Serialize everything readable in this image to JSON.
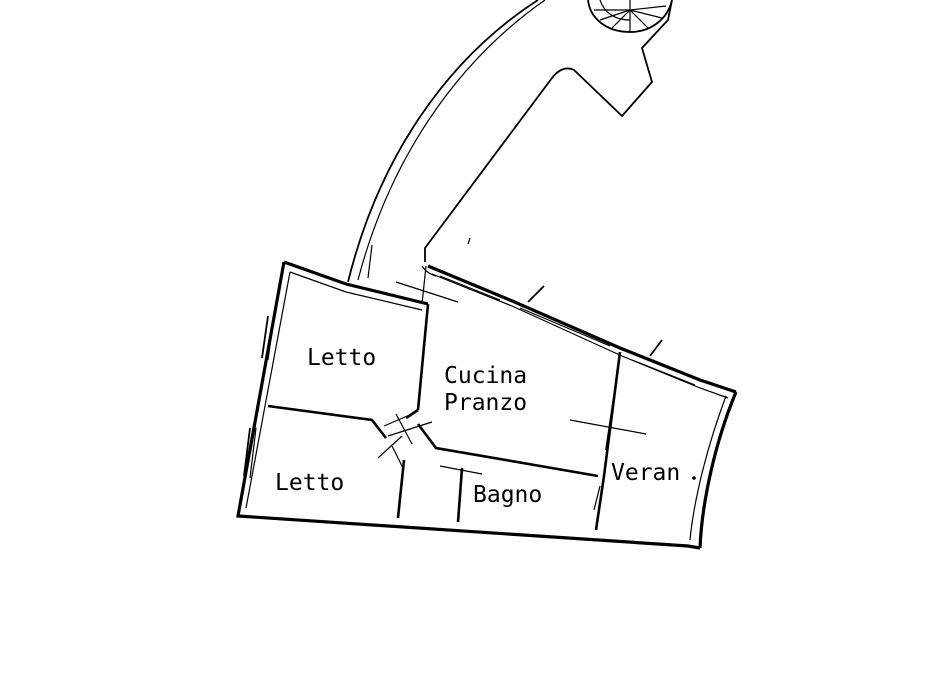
{
  "rooms": {
    "letto_top": "Letto",
    "letto_bottom": "Letto",
    "cucina_line1": "Cucina",
    "cucina_line2": "Pranzo",
    "bagno": "Bagno",
    "veranda": "Veran"
  },
  "colors": {
    "ink": "#000000",
    "paper": "#ffffff"
  }
}
